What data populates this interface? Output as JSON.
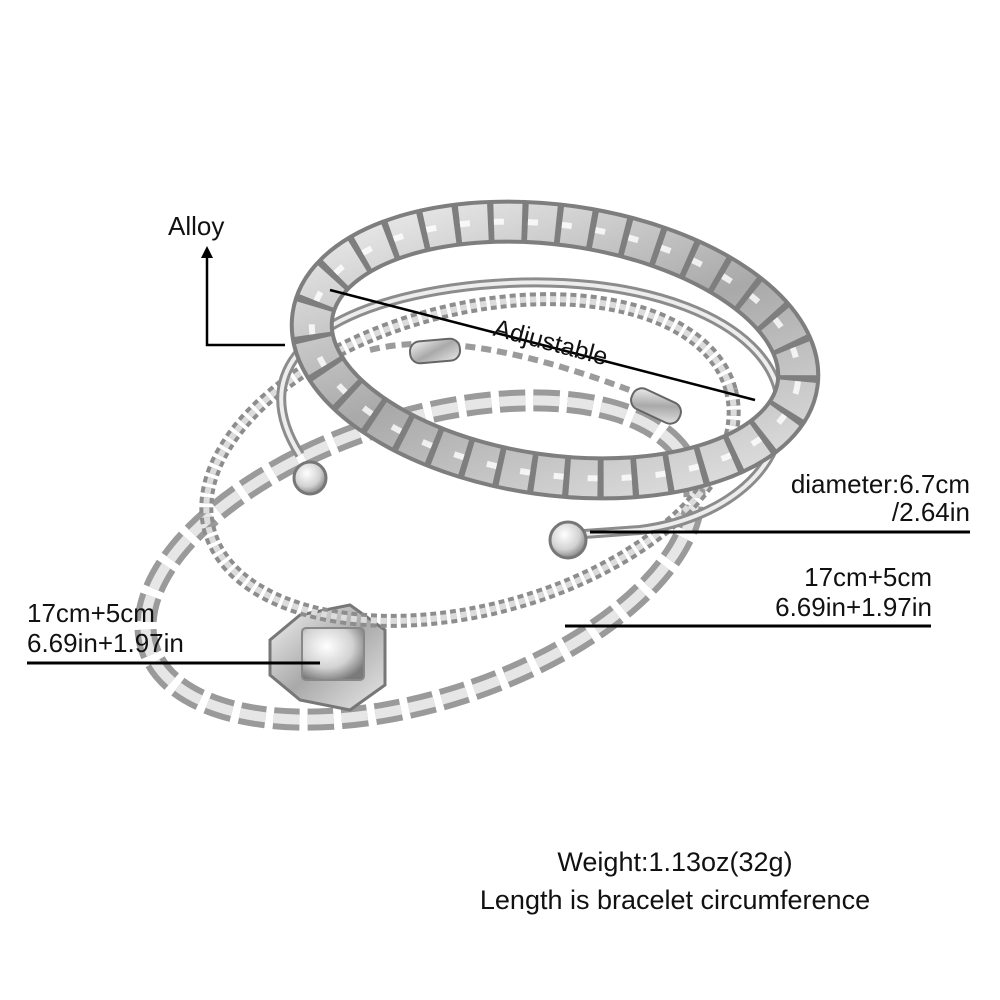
{
  "product": {
    "material_label": "Alloy",
    "adjustable_label": "Adjustable",
    "diameter": {
      "line1": "diameter:6.7cm",
      "line2": "/2.64in"
    },
    "rope_chain_length": {
      "line1": "17cm+5cm",
      "line2": "6.69in+1.97in"
    },
    "curb_chain_length": {
      "line1": "17cm+5cm",
      "line2": "6.69in+1.97in"
    },
    "weight": "Weight:1.13oz(32g)",
    "note": "Length is bracelet circumference"
  },
  "colors": {
    "background": "#ffffff",
    "text": "#111111",
    "line": "#000000",
    "metal": "#c8c8c8"
  }
}
